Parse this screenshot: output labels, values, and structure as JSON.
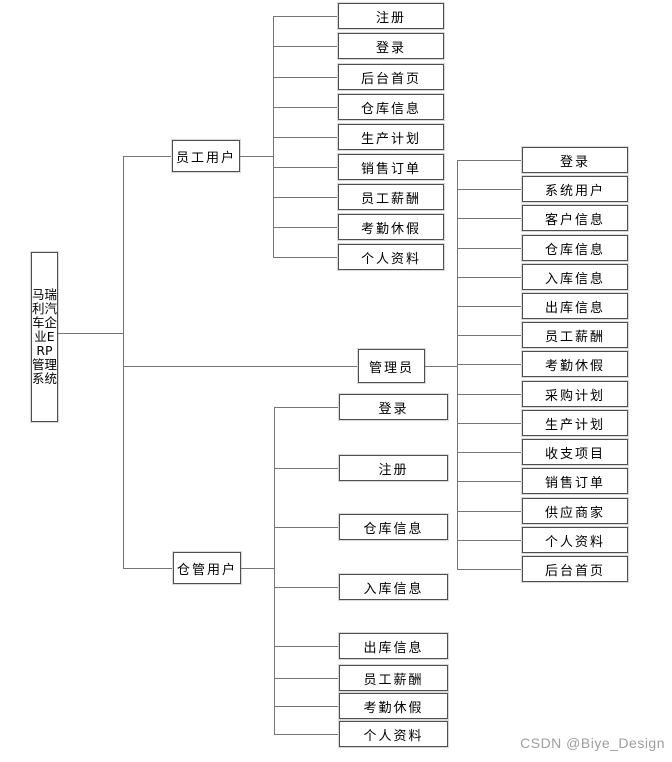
{
  "diagram": {
    "root": {
      "label": "马瑞利汽车企业ERP管理系统"
    },
    "branches": [
      {
        "label": "员工用户",
        "children": [
          "注册",
          "登录",
          "后台首页",
          "仓库信息",
          "生产计划",
          "销售订单",
          "员工薪酬",
          "考勤休假",
          "个人资料"
        ]
      },
      {
        "label": "管理员",
        "children": [
          "登录",
          "系统用户",
          "客户信息",
          "仓库信息",
          "入库信息",
          "出库信息",
          "员工薪酬",
          "考勤休假",
          "采购计划",
          "生产计划",
          "收支项目",
          "销售订单",
          "供应商家",
          "个人资料",
          "后台首页"
        ]
      },
      {
        "label": "仓管用户",
        "children": [
          "登录",
          "注册",
          "仓库信息",
          "入库信息",
          "出库信息",
          "员工薪酬",
          "考勤休假",
          "个人资料"
        ]
      }
    ],
    "colors": {
      "background": "#ffffff",
      "line": "#757575",
      "box_border": "#4f4f4f",
      "text": "#000000",
      "watermark": "#9e9e9e"
    }
  },
  "watermark": {
    "text": "CSDN @Biye_Design"
  }
}
